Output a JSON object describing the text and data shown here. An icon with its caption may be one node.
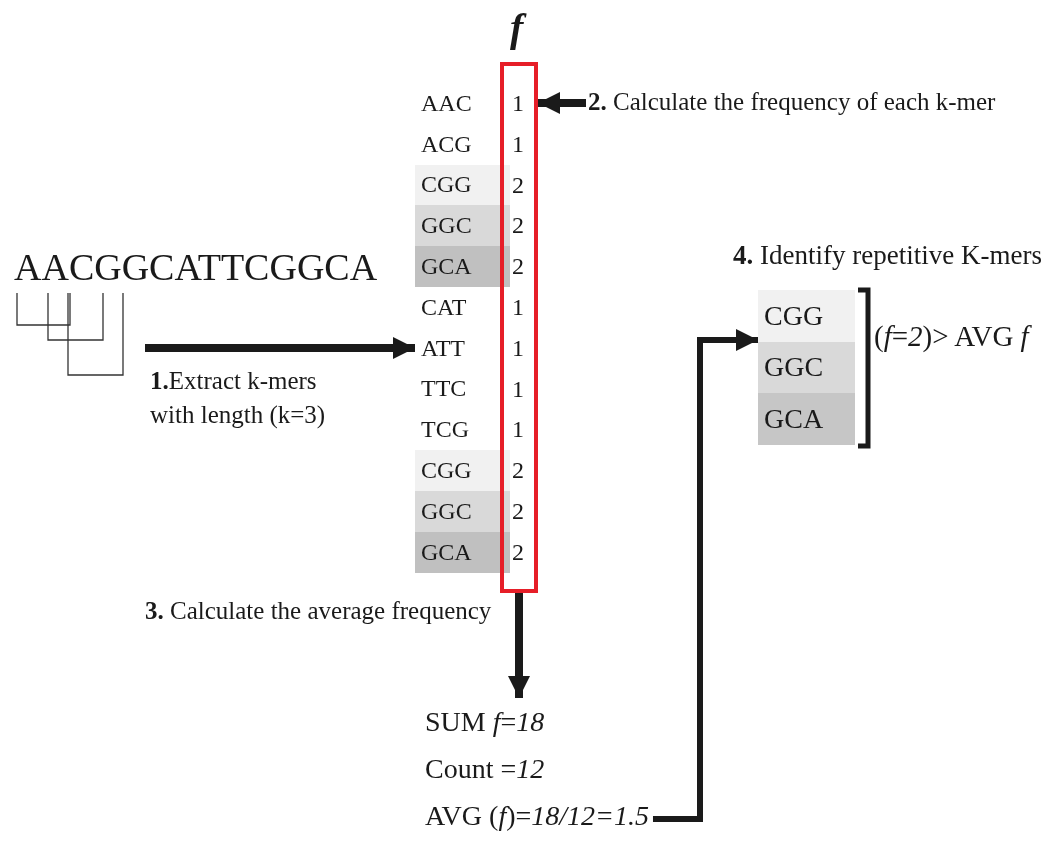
{
  "diagram": {
    "nodes": [
      {
        "text": [
          "AAC",
          "ACG",
          "CGG",
          "GGC",
          "GCA",
          "CAT",
          "ATT",
          "TTC",
          "TCG",
          "CGG",
          "GGC",
          "GCA"
        ]
      },
      {
        "text": [
          "f",
          "1",
          "1",
          "2",
          "2",
          "2",
          "1",
          "1",
          "1",
          "1",
          "2",
          "2",
          "2"
        ]
      },
      {
        "text": [
          "**2.** Calculate the frequency of each k-mer"
        ]
      },
      {
        "text": [
          "SUM *f*=*18*",
          "Count =*12*",
          "AVG (*f*)=*18/12=1.5*"
        ]
      },
      {
        "text": [
          "**4.** Identify repetitive K-mers",
          "CGG",
          "GGC",
          "GCA"
        ]
      }
    ],
    "edges": [
      {
        "from": null,
        "to": 0,
        "arrow": "to",
        "label": "**1.**Extract k-mers with length (k=3)"
      },
      {
        "from": 2,
        "to": 1,
        "arrow": "to"
      },
      {
        "from": 1,
        "to": 3,
        "arrow": "to",
        "label": "**3.** Calculate the average frequency"
      },
      {
        "from": 3,
        "to": 4,
        "arrow": "to"
      }
    ],
    "labels": [
      "AACGGCATTCGGCA",
      "(*f*=*2*)> AVG *f*"
    ]
  }
}
